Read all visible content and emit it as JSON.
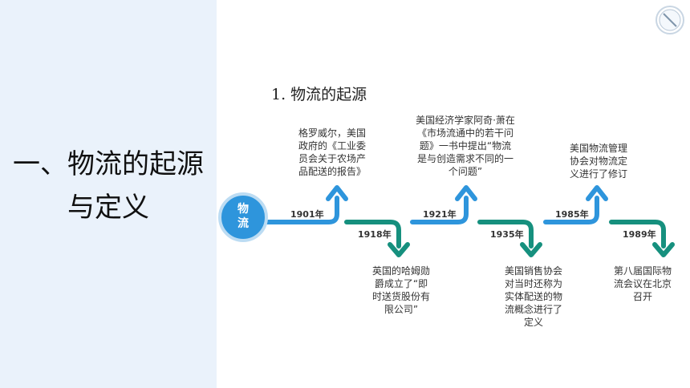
{
  "section": {
    "title_line1": "一、物流的起源",
    "title_line2": "与定义"
  },
  "subtitle": "1. 物流的起源",
  "timeline": {
    "core_label": "物\n流",
    "events": [
      {
        "year": "1901年",
        "text": "格罗威尔，美国\n政府的《工业委\n员会关于农场产\n品配送的报告》",
        "position": "above"
      },
      {
        "year": "1918年",
        "text": "英国的哈姆勋\n爵成立了“即\n时送货股份有\n限公司”",
        "position": "below"
      },
      {
        "year": "1921年",
        "text": "美国经济学家阿奇·萧在\n《市场流通中的若干问\n题》一书中提出“物流\n是与创造需求不同的一\n个问题”",
        "position": "above"
      },
      {
        "year": "1935年",
        "text": "美国销售协会\n对当时还称为\n实体配送的物\n流概念进行了\n定义",
        "position": "below"
      },
      {
        "year": "1985年",
        "text": "美国物流管理\n协会对物流定\n义进行了修订",
        "position": "above"
      },
      {
        "year": "1989年",
        "text": "第八届国际物\n流会议在北京\n召开",
        "position": "below"
      }
    ]
  },
  "colors": {
    "blue": "#2e95dc",
    "teal": "#16907e",
    "panel": "#eaf2fb"
  },
  "icons": {
    "corner": "slash-circle-icon"
  }
}
